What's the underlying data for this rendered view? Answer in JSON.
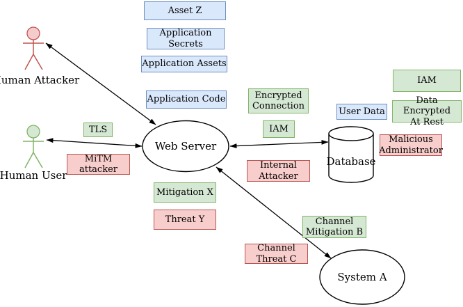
{
  "colors": {
    "asset_fill": "#dae8fc",
    "asset_stroke": "#6c8ebf",
    "mitigation_fill": "#d5e8d4",
    "mitigation_stroke": "#82b366",
    "threat_fill": "#f8cecc",
    "threat_stroke": "#b85450",
    "attacker_stroke": "#c1544f",
    "attacker_fill": "#f4cccc",
    "user_stroke": "#82b366",
    "user_fill": "#d5e8d4",
    "edge": "#000000"
  },
  "nodes": {
    "web_server": "Web Server",
    "database": "Database",
    "system_a": "System A"
  },
  "actors": {
    "human_attacker": "Human Attacker",
    "human_user": "Human User"
  },
  "assets": {
    "asset_z": "Asset Z",
    "application_secrets": "Application\nSecrets",
    "application_assets": "Application Assets",
    "application_code": "Application Code",
    "user_data": "User Data"
  },
  "mitigations": {
    "tls": "TLS",
    "encrypted_connection": "Encrypted\nConnection",
    "iam_web_server": "IAM",
    "iam_database": "IAM",
    "data_encrypted_at_rest": "Data Encrypted\nAt Rest",
    "mitigation_x": "Mitigation X",
    "channel_mitigation_b": "Channel\nMitigation B"
  },
  "threats": {
    "mitm_attacker": "MiTM\nattacker",
    "internal_attacker": "Internal\nAttacker",
    "malicious_administrator": "Malicious\nAdministrator",
    "threat_y": "Threat Y",
    "channel_threat_c": "Channel\nThreat C"
  }
}
